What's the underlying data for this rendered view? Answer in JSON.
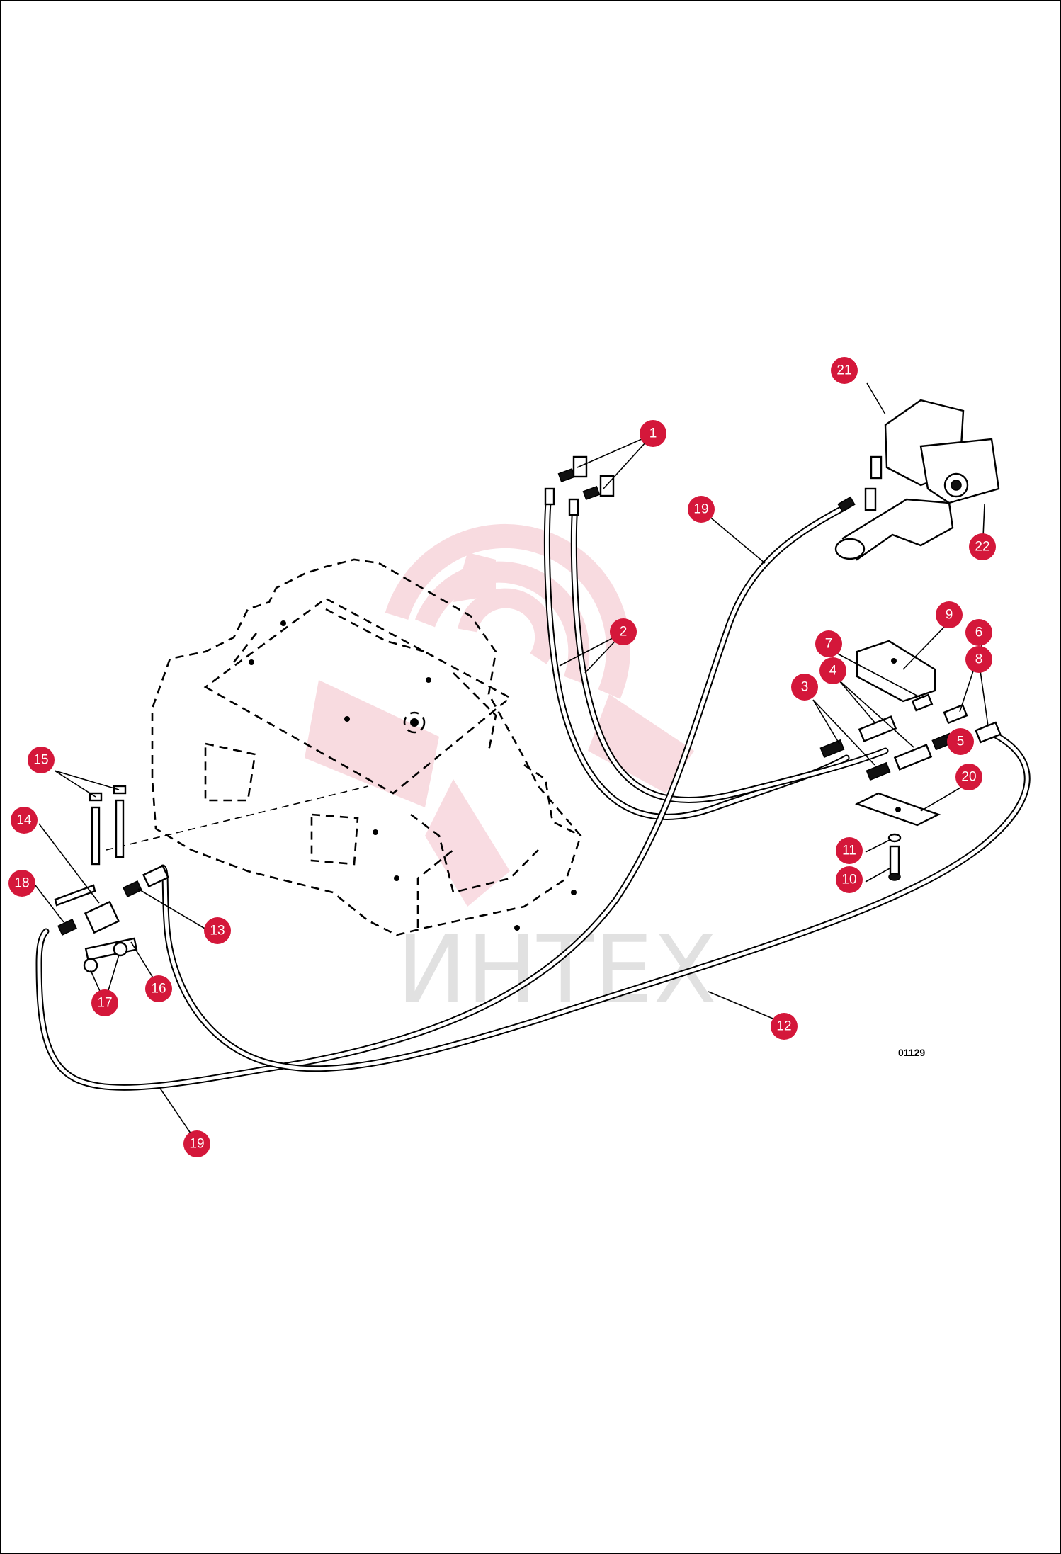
{
  "drawing": {
    "code": "01129",
    "watermark": "ИНТЕХ",
    "callout_color": "#d4173a"
  },
  "callouts": [
    {
      "number": "1"
    },
    {
      "number": "2"
    },
    {
      "number": "3"
    },
    {
      "number": "4"
    },
    {
      "number": "5"
    },
    {
      "number": "6"
    },
    {
      "number": "7"
    },
    {
      "number": "8"
    },
    {
      "number": "9"
    },
    {
      "number": "10"
    },
    {
      "number": "11"
    },
    {
      "number": "12"
    },
    {
      "number": "13"
    },
    {
      "number": "14"
    },
    {
      "number": "15"
    },
    {
      "number": "16"
    },
    {
      "number": "17"
    },
    {
      "number": "18"
    },
    {
      "number": "19"
    },
    {
      "number": "19"
    },
    {
      "number": "20"
    },
    {
      "number": "21"
    },
    {
      "number": "22"
    }
  ]
}
